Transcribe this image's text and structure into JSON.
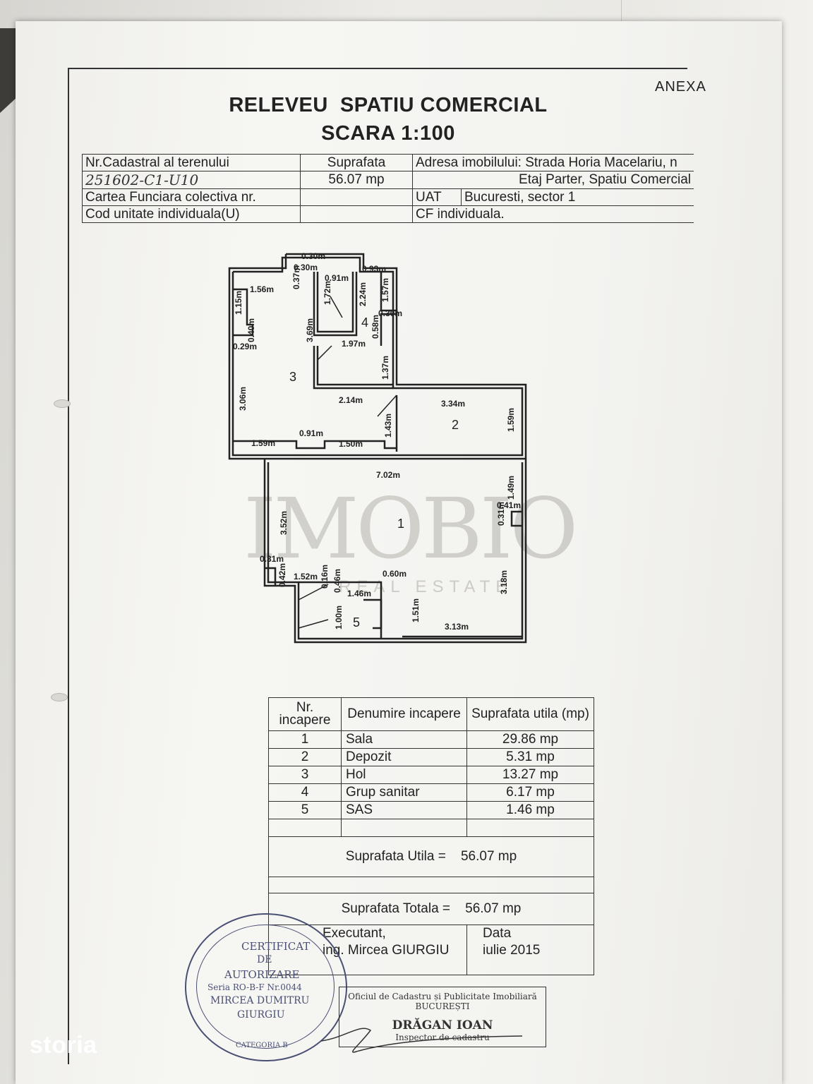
{
  "document": {
    "anexa": "ANEXA",
    "title": "RELEVEU  SPATIU COMERCIAL",
    "scale": "SCARA 1:100"
  },
  "header": {
    "cadastral_label": "Nr.Cadastral al terenului",
    "cadastral_value": "251602-C1-U10",
    "suprafata_label": "Suprafata",
    "suprafata_value": "56.07 mp",
    "adresa_label": "Adresa imobilului: Strada Horia Macelariu, n",
    "etaj": "Etaj Parter, Spatiu Comercial",
    "carte_label": "Cartea Funciara colectiva nr.",
    "uat_label": "UAT",
    "uat_value": "Bucuresti, sector 1",
    "cod_label": "Cod unitate individuala(U)",
    "cf_label": "CF individuala."
  },
  "plan": {
    "rooms": [
      "1",
      "2",
      "3",
      "4",
      "5"
    ],
    "dims": [
      "0.30m",
      "0.30m",
      "0.93m",
      "1.56m",
      "0.91m",
      "1.15m",
      "0.37m",
      "1.72m",
      "2.24m",
      "1.57m",
      "3.69m",
      "0.30m",
      "0.40m",
      "0.58m",
      "0.29m",
      "1.97m",
      "1.37m",
      "3.06m",
      "2.14m",
      "3.34m",
      "1.43m",
      "1.59m",
      "1.59m",
      "0.91m",
      "1.50m",
      "7.02m",
      "1.49m",
      "0.41m",
      "3.52m",
      "0.31m",
      "0.31m",
      "0.42m",
      "1.52m",
      "0.16m",
      "0.46m",
      "1.46m",
      "0.60m",
      "3.18m",
      "1.51m",
      "1.00m",
      "3.13m"
    ]
  },
  "watermark": {
    "brand": "IMOBIO",
    "sub": "REAL ESTATE"
  },
  "rooms_table": {
    "headers": [
      "Nr. incapere",
      "Denumire incapere",
      "Suprafata utila (mp)"
    ],
    "rows": [
      [
        "1",
        "Sala",
        "29.86 mp"
      ],
      [
        "2",
        "Depozit",
        "5.31 mp"
      ],
      [
        "3",
        "Hol",
        "13.27 mp"
      ],
      [
        "4",
        "Grup sanitar",
        "6.17 mp"
      ],
      [
        "5",
        "SAS",
        "1.46 mp"
      ]
    ],
    "utila_label": "Suprafata Utila =",
    "utila_value": "56.07 mp",
    "totala_label": "Suprafata Totala =",
    "totala_value": "56.07 mp",
    "executant_label": "Executant,",
    "executant_name": "ing. Mircea  GIURGIU",
    "data_label": "Data",
    "data_value": "iulie 2015"
  },
  "stamp": {
    "l1": "CERTIFICAT",
    "l2": "DE",
    "l3": "AUTORIZARE",
    "l4": "Seria RO-B-F Nr.0044",
    "l5": "MIRCEA DUMITRU",
    "l6": "GIURGIU",
    "l7": "CATEGORIA B"
  },
  "ocpi": {
    "l1": "Oficiul de Cadastru și Publicitate Imobiliară",
    "l2": "BUCUREȘTI",
    "l3": "DRĂGAN IOAN",
    "l4": "Inspector de cadastru"
  },
  "logo": "storia",
  "colors": {
    "ink": "#222222",
    "stamp": "#4a4f74",
    "paper": "#f4f4f1"
  }
}
